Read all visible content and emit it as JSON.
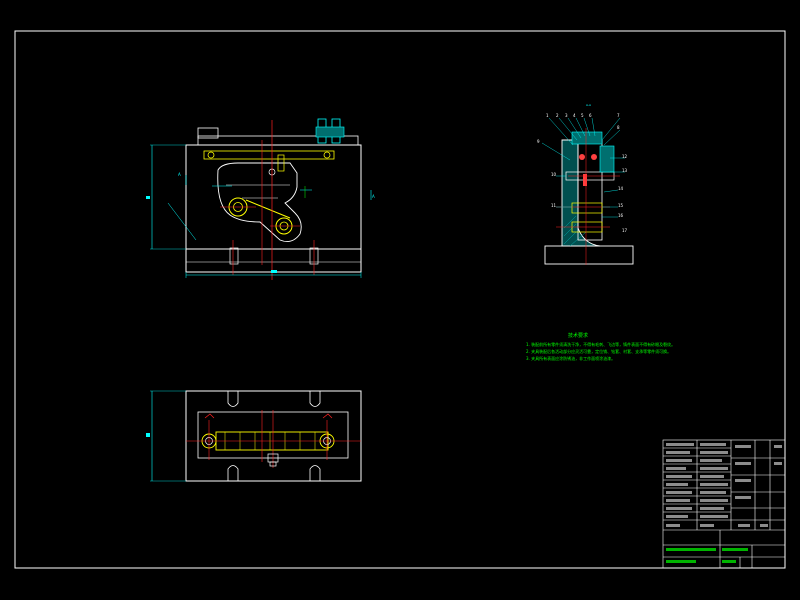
{
  "colors": {
    "background": "#000000",
    "frame": "#ffffff",
    "outline": "#ffffff",
    "centerline": "#ff2020",
    "dimension": "#00ffff",
    "annotation": "#00ff00",
    "part_fill": "#ffff00",
    "section_hatch": "#00aaaa",
    "bolt_fill": "#ff4040"
  },
  "notes": {
    "title": "技术要求",
    "lines": [
      "1. 装配前所有零件须清洗干净，不得有毛刺、飞边等，铸件表面不得有砂眼及裂纹。",
      "2. 夹具装配后各活动部分应灵活可靠，定位销、钻套、衬套、支承等零件须可换。",
      "3. 夹具所有表面应涂防锈油，非工作面喷涂油漆。"
    ]
  },
  "balloons_side": [
    "1",
    "2",
    "3",
    "4",
    "5",
    "6",
    "7",
    "8",
    "9",
    "10",
    "11",
    "12",
    "13",
    "14",
    "15",
    "16",
    "17"
  ]
}
